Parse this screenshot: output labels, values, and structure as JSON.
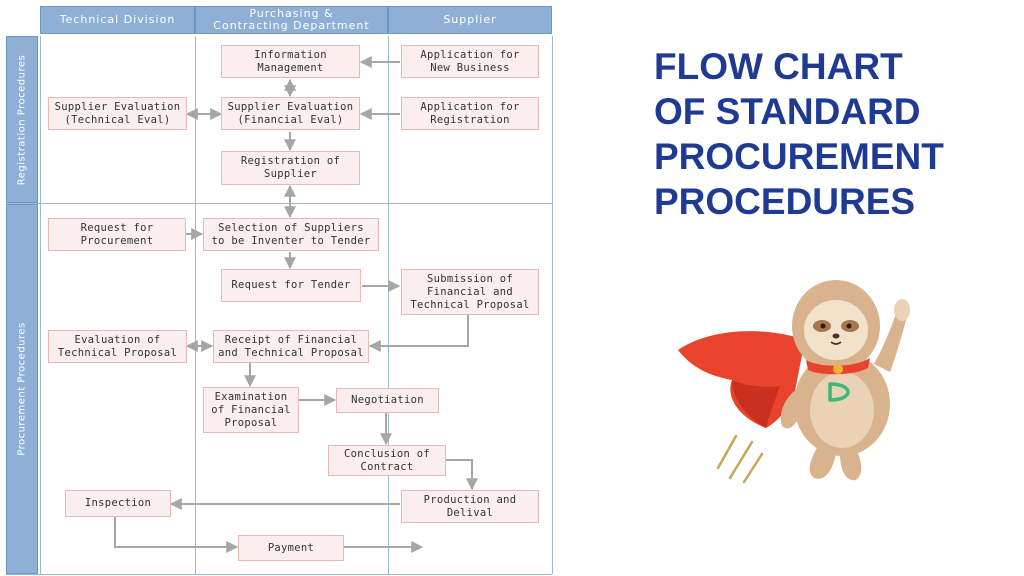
{
  "headers": [
    "Technical Division",
    "Purchasing &\nContracting Department",
    "Supplier"
  ],
  "lanes": [
    "Registration Procedures",
    "Procurement Procedures"
  ],
  "boxes": {
    "info_mgmt": "Information\nManagement",
    "app_new_business": "Application for\nNew Business",
    "supplier_eval_tech": "Supplier Evaluation\n(Technical Eval)",
    "supplier_eval_fin": "Supplier Evaluation\n(Financial Eval)",
    "app_registration": "Application for\nRegistration",
    "registration_supplier": "Registration of\nSupplier",
    "request_procurement": "Request for\nProcurement",
    "selection_suppliers": "Selection of Suppliers\nto be Inventer to Tender",
    "request_tender": "Request for Tender",
    "submission_proposal": "Submission of\nFinancial and\nTechnical Proposal",
    "eval_tech_proposal": "Evaluation of\nTechnical Proposal",
    "receipt_proposal": "Receipt of Financial\nand Technical Proposal",
    "exam_fin_proposal": "Examination\nof Financial\nProposal",
    "negotiation": "Negotiation",
    "conclusion_contract": "Conclusion of\nContract",
    "inspection": "Inspection",
    "production_delival": "Production and\nDelival",
    "payment": "Payment"
  },
  "title_lines": [
    "FLOW CHART",
    "OF STANDARD",
    "PROCUREMENT",
    "PROCEDURES"
  ],
  "colors": {
    "header": "#8fb0d6",
    "box_fill": "#fbeeee",
    "box_border": "#e7b9b9",
    "arrow": "#a6a6a6",
    "title": "#1f3a93"
  },
  "illustration": "sloth-superhero-mascot"
}
